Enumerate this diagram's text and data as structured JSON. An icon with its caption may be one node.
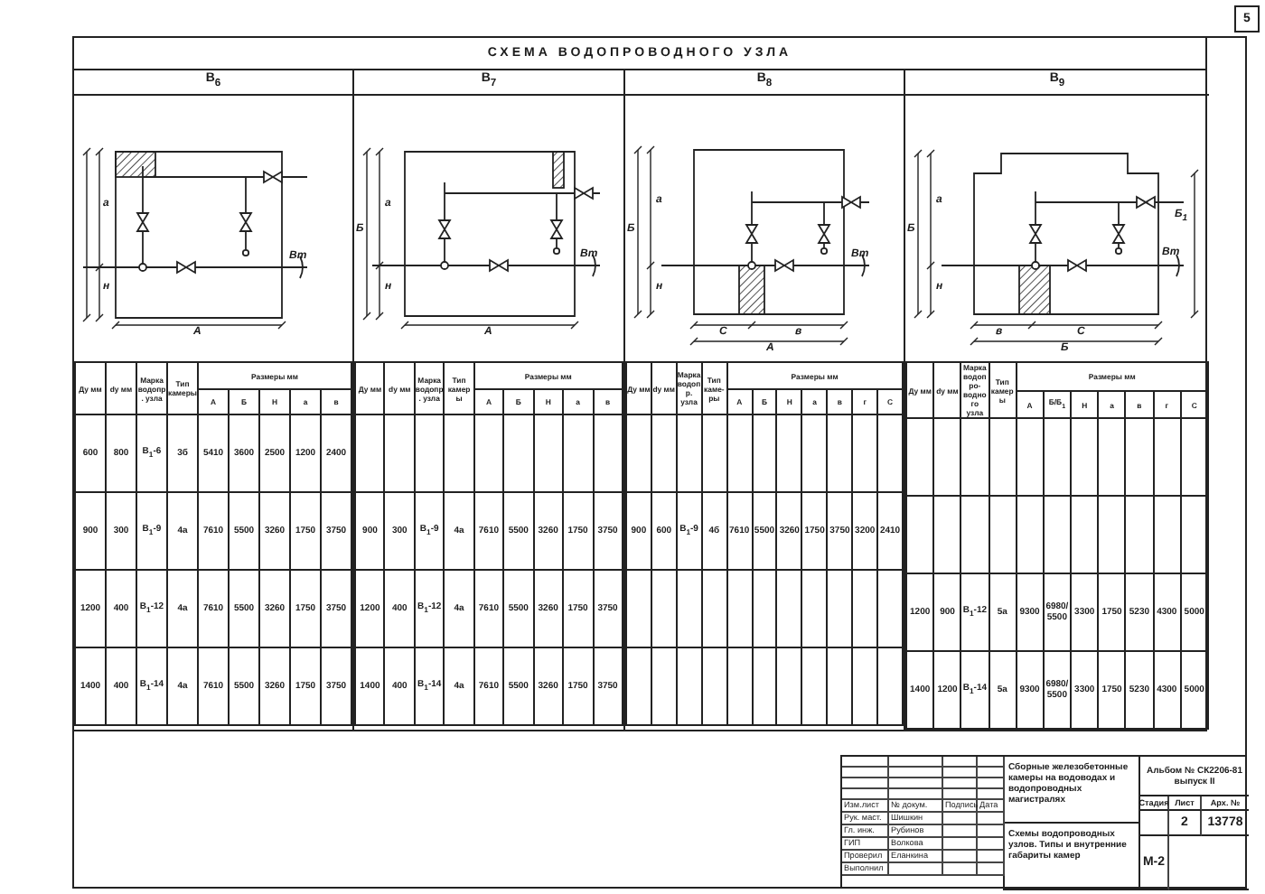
{
  "diagram": {
    "title": "СХЕМА ВОДОПРОВОДНОГО УЗЛА",
    "labels": [
      "5",
      "В$_{6}$",
      "а",
      "н",
      "А",
      "Вт",
      "Ду мм",
      "dу мм",
      "Марка водопр. узла",
      "Тип камеры",
      "Размеры мм",
      "А",
      "Б",
      "Н",
      "а",
      "в",
      "600",
      "800",
      "В$_{1}$-6",
      "3б",
      "5410",
      "3600",
      "2500",
      "1200",
      "2400",
      "900",
      "300",
      "В$_{1}$-9",
      "4а",
      "7610",
      "5500",
      "3260",
      "1750",
      "3750",
      "1200",
      "400",
      "В$_{1}$-12",
      "4а",
      "7610",
      "5500",
      "3260",
      "1750",
      "3750",
      "1400",
      "400",
      "В$_{1}$-14",
      "4а",
      "7610",
      "5500",
      "3260",
      "1750",
      "3750",
      "В$_{7}$",
      "Б",
      "а",
      "н",
      "А",
      "Вт",
      "Ду мм",
      "dу мм",
      "Марка водопр. узла",
      "Тип камеры",
      "Размеры мм",
      "А",
      "Б",
      "Н",
      "а",
      "в",
      "900",
      "300",
      "В$_{1}$-9",
      "4а",
      "7610",
      "5500",
      "3260",
      "1750",
      "3750",
      "1200",
      "400",
      "В$_{1}$-12",
      "4а",
      "7610",
      "5500",
      "3260",
      "1750",
      "3750",
      "1400",
      "400",
      "В$_{1}$-14",
      "4а",
      "7610",
      "5500",
      "3260",
      "1750",
      "3750",
      "В$_{8}$",
      "Б",
      "а",
      "н",
      "С",
      "в",
      "А",
      "Вт",
      "Ду мм",
      "dу мм",
      "Марка водопр. узла",
      "Тип каме-ры",
      "Размеры мм",
      "А",
      "Б",
      "Н",
      "а",
      "в",
      "г",
      "С",
      "900",
      "600",
      "В$_{1}$-9",
      "4б",
      "7610",
      "5500",
      "3260",
      "1750",
      "3750",
      "3200",
      "2410",
      "В$_{9}$",
      "Б",
      "а",
      "н",
      "в",
      "С",
      "Б",
      "Б$_{1}$",
      "Вт",
      "Ду мм",
      "dу мм",
      "Марка водопро-водного узла",
      "Тип камеры",
      "Размеры мм",
      "А",
      "Б/Б$_{1}$",
      "Н",
      "а",
      "в",
      "г",
      "С",
      "1200",
      "900",
      "В$_{1}$-12",
      "5а",
      "9300",
      "6980/5500",
      "3300",
      "1750",
      "5230",
      "4300",
      "5000",
      "1400",
      "1200",
      "В$_{1}$-14",
      "5а",
      "9300",
      "6980/5500",
      "3300",
      "1750",
      "5230",
      "4300",
      "5000",
      "Изм.лист",
      "№ докум.",
      "Подпись",
      "Дата",
      "Рук. маст.",
      "Шишкин",
      "Гл. инж.",
      "Рубинов",
      "ГИП",
      "Волкова",
      "Проверил",
      "Еланкина",
      "Выполнил",
      "Сборные железобетонные камеры на водоводах и водопроводных магистралях",
      "Альбом № СК2206-81 выпуск II",
      "Стадия",
      "Лист",
      "Арх. №",
      "2",
      "13778",
      "Схемы водопроводных узлов. Типы и внутренние габариты камер",
      "М-2"
    ]
  }
}
